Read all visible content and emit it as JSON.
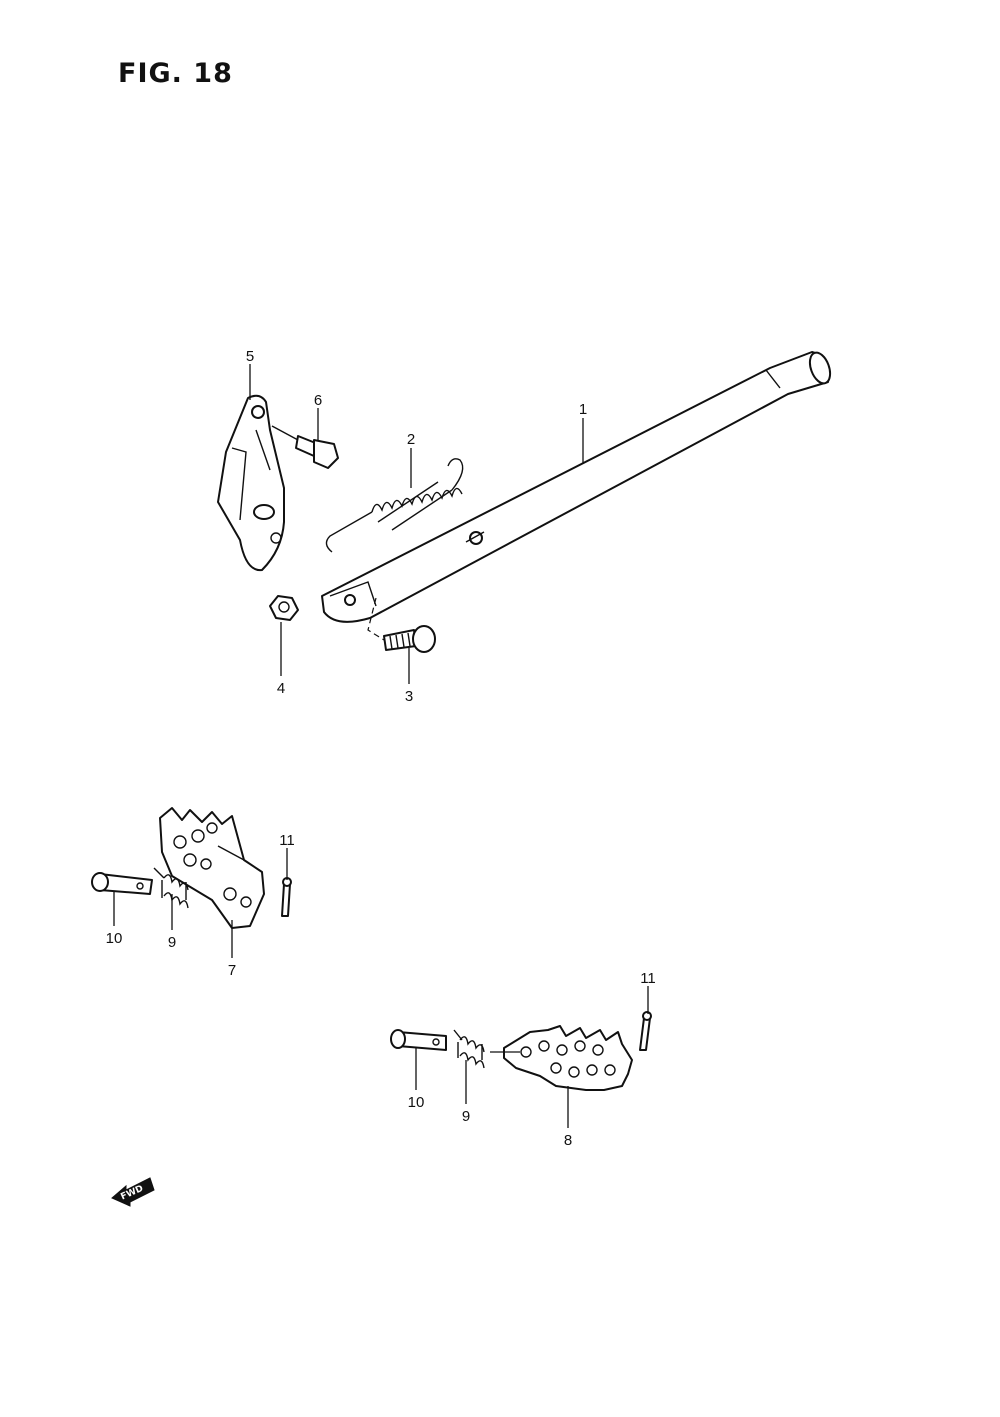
{
  "figure": {
    "title": "FIG. 18"
  },
  "callouts": {
    "c1": "1",
    "c2": "2",
    "c3": "3",
    "c4": "4",
    "c5": "5",
    "c6": "6",
    "c7": "7",
    "c8": "8",
    "c9a": "9",
    "c9b": "9",
    "c10a": "10",
    "c10b": "10",
    "c11a": "11",
    "c11b": "11"
  },
  "fwd_badge": {
    "label": "FWD"
  }
}
